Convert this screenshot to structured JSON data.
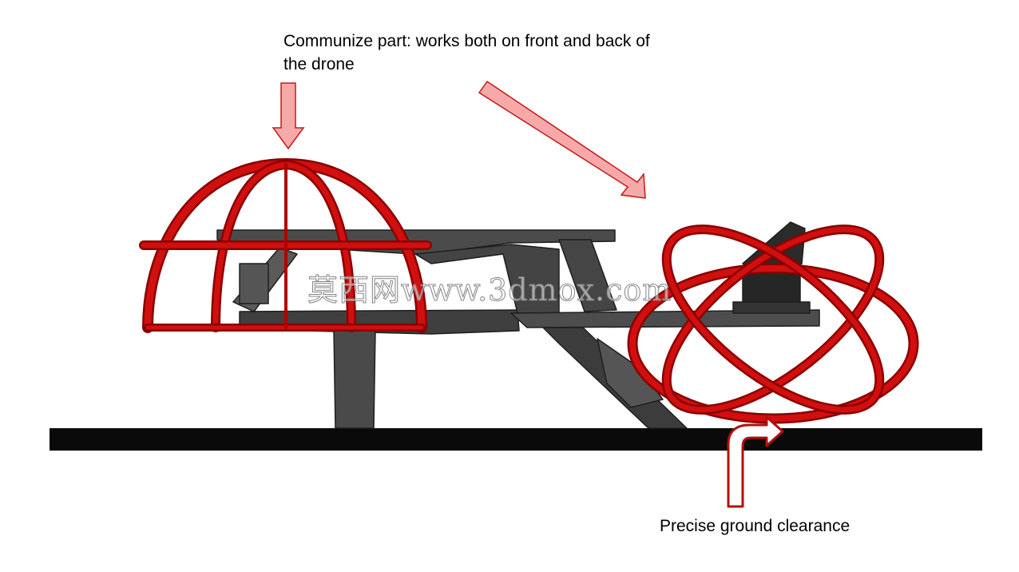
{
  "annotations": {
    "top_label": "Communize part: works both on front and back of the drone",
    "bottom_label": "Precise ground clearance"
  },
  "watermark": "莫西网www.3dmox.com",
  "colors": {
    "guard_red": "#d10f0f",
    "guard_dark": "#8a0000",
    "frame_gray": "#4a4a4a",
    "frame_dark": "#2b2b2b",
    "ground": "#0a0a0a",
    "arrow_fill": "#f7a9a9",
    "arrow_stroke": "#c21a1a"
  },
  "icons": {
    "down_arrow": "down-arrow-icon",
    "diagonal_arrow": "diagonal-arrow-icon",
    "elbow_arrow": "elbow-arrow-icon"
  }
}
